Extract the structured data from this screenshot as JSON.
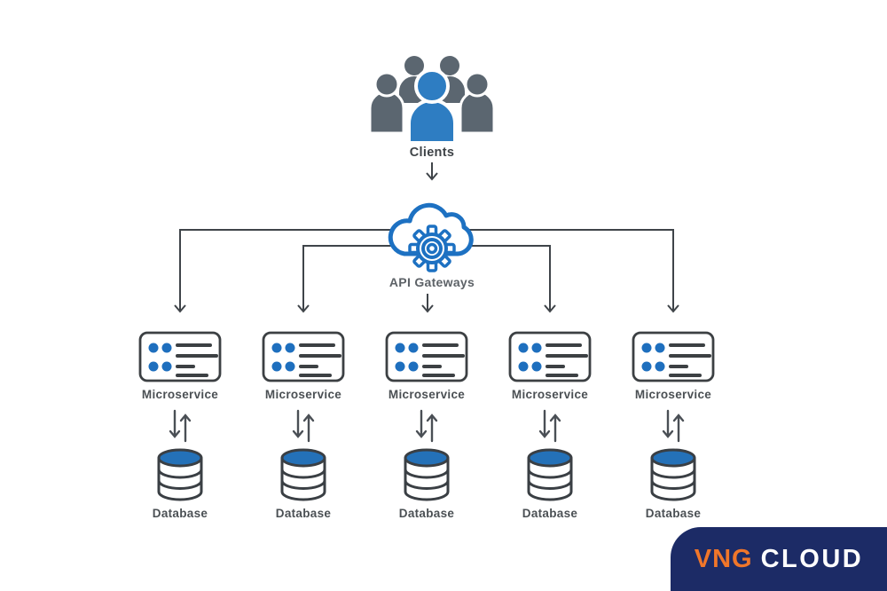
{
  "diagram": {
    "clients": {
      "label": "Clients"
    },
    "gateway": {
      "label": "API Gateways"
    },
    "services": [
      {
        "label": "Microservice",
        "database_label": "Database"
      },
      {
        "label": "Microservice",
        "database_label": "Database"
      },
      {
        "label": "Microservice",
        "database_label": "Database"
      },
      {
        "label": "Microservice",
        "database_label": "Database"
      },
      {
        "label": "Microservice",
        "database_label": "Database"
      }
    ],
    "logo": {
      "vng": "VNG",
      "cloud": "CLOUD"
    }
  },
  "icons": {
    "clients-icon": "group of five user silhouettes, front user blue",
    "api-gateway-icon": "blue outlined cloud with gear inside",
    "microservice-icon": "rounded card with four blue dots and list lines",
    "sync-arrows-icon": "paired down and up arrows ↓↑",
    "database-icon": "database cylinder with blue top disc",
    "down-arrow": "↓"
  },
  "colors": {
    "accent_blue": "#2272b9",
    "cloud_stroke_blue": "#1d71c2",
    "client_front_blue": "#2e7dc2",
    "people_gray": "#5b6670",
    "line_dark": "#3f4449",
    "label_gray": "#4b5054",
    "logo_navy": "#1c2b66",
    "logo_orange": "#f0762a"
  }
}
